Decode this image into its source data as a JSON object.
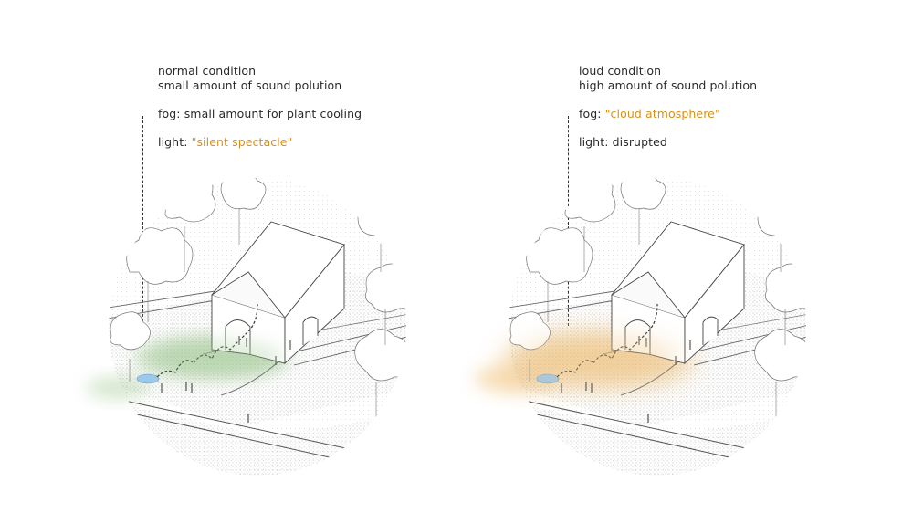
{
  "colors": {
    "accent": "#d8901a",
    "fog_normal": "#a9cf9c",
    "fog_loud": "#f2c98a",
    "water": "#9cc8ea",
    "line": "#333333"
  },
  "left_panel": {
    "condition": "normal condition",
    "sound": "small amount of sound polution",
    "fog_label": "fog:",
    "fog_value": "small amount for plant cooling",
    "light_label": "light:",
    "light_value": "\"silent spectacle\""
  },
  "right_panel": {
    "condition": "loud condition",
    "sound": "high amount of sound polution",
    "fog_label": "fog:",
    "fog_value": "\"cloud atmosphere\"",
    "light_label": "light:",
    "light_value": "disrupted"
  }
}
